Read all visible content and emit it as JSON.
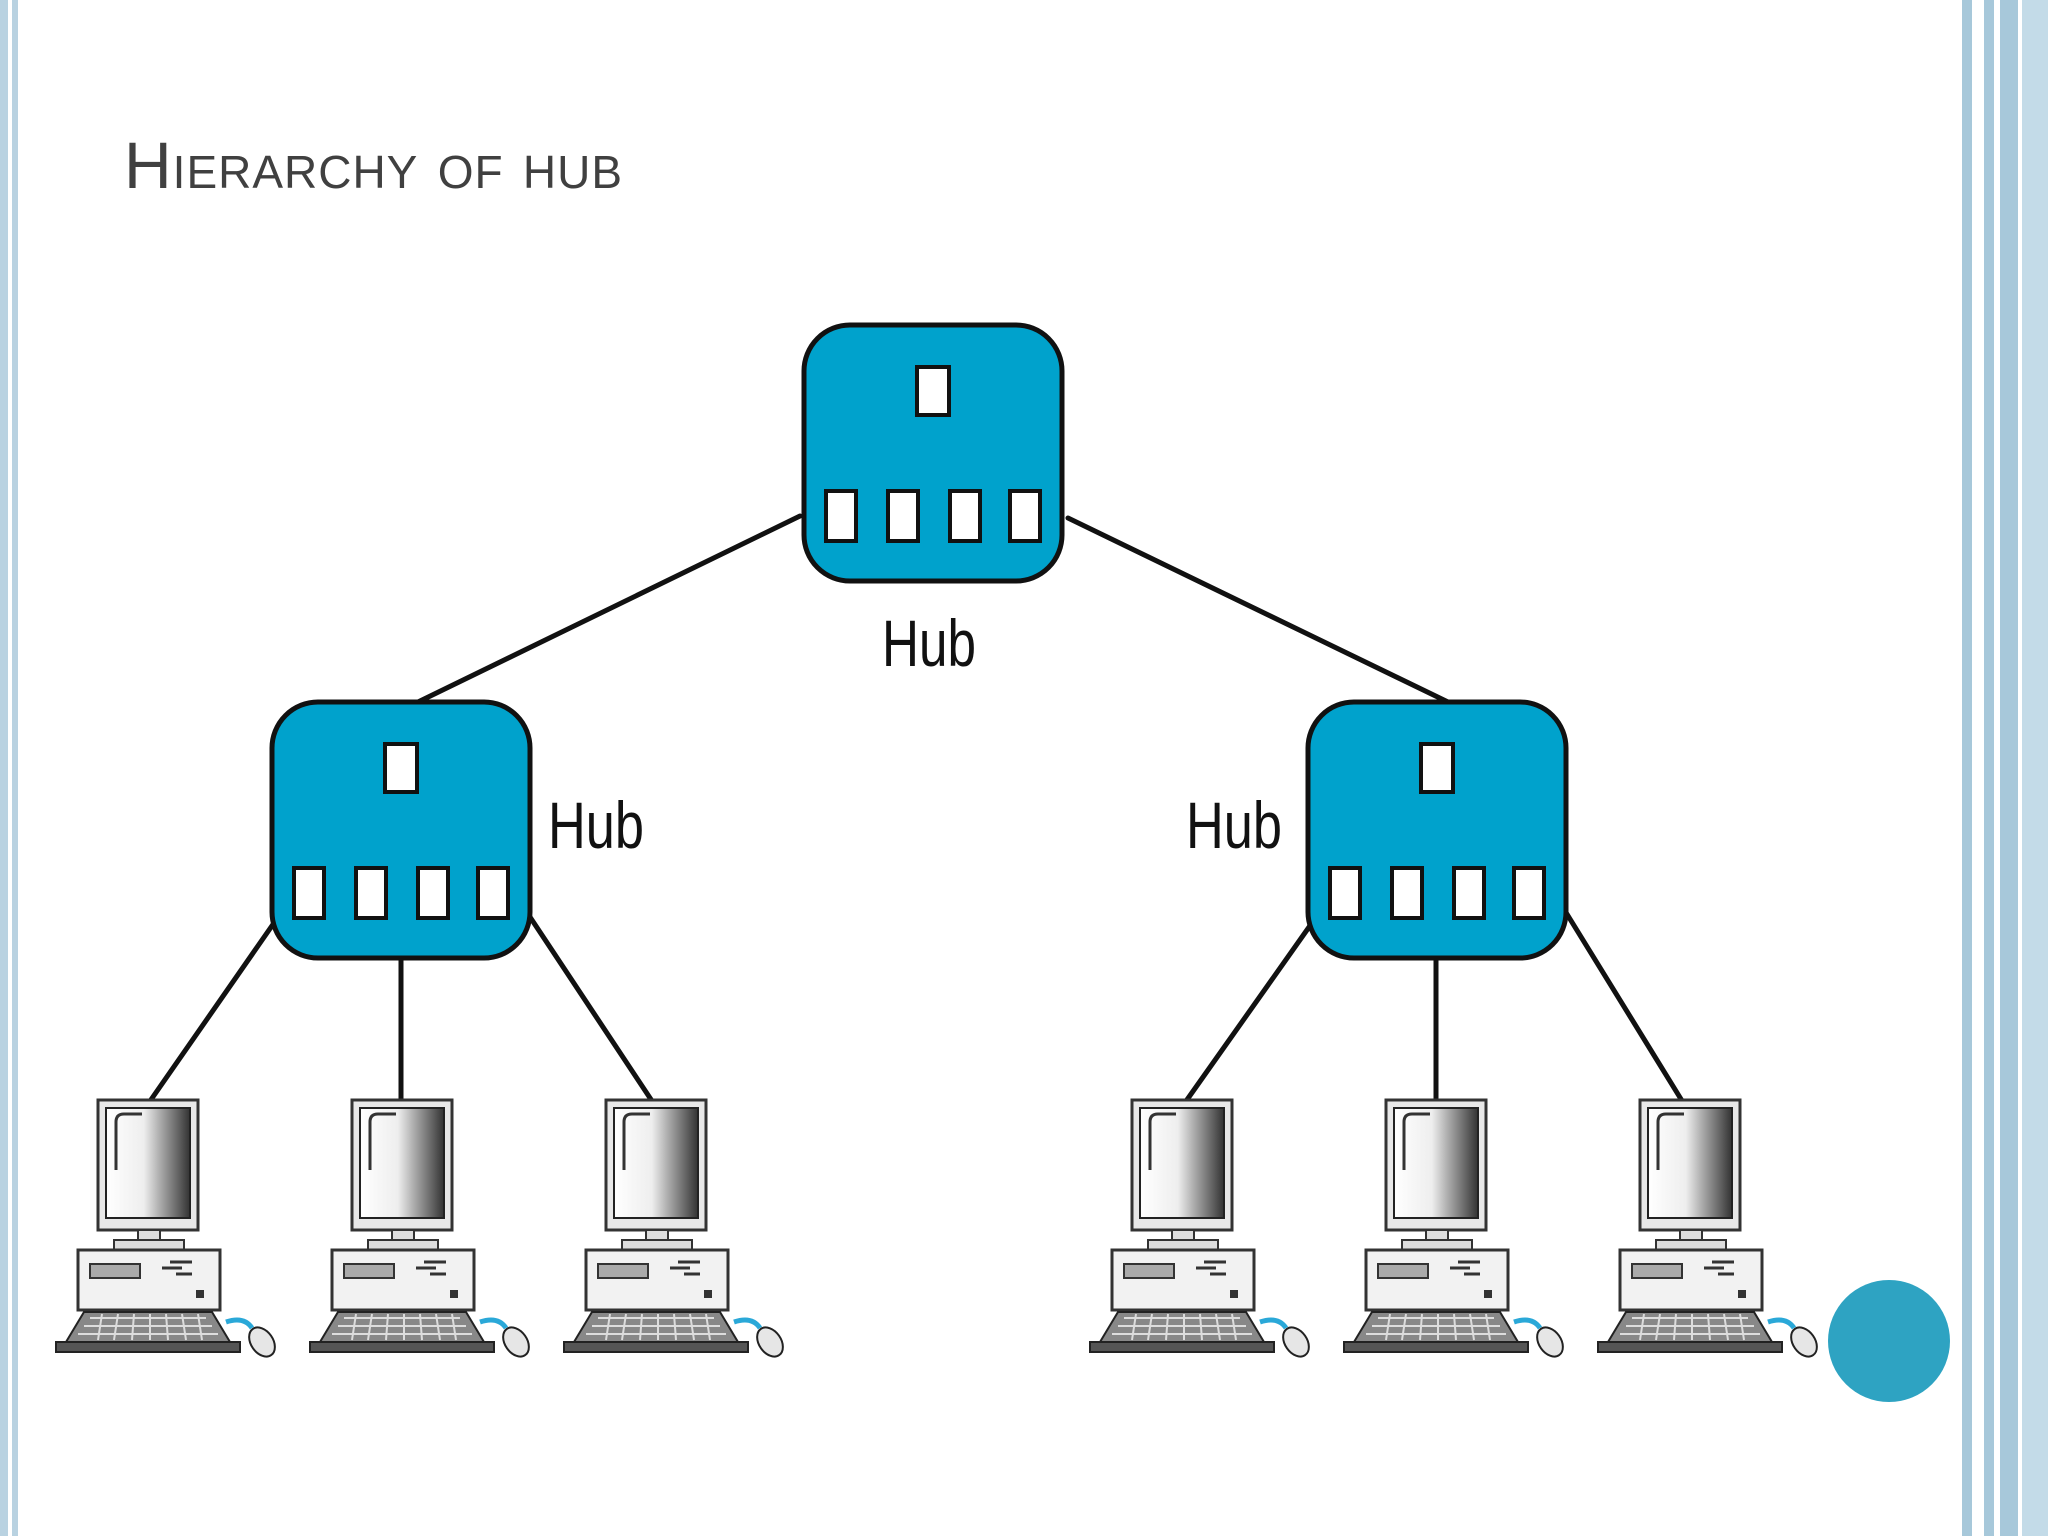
{
  "slide": {
    "title": "Hierarchy of hub"
  },
  "diagram": {
    "hubs": [
      {
        "id": "root-hub",
        "label": "Hub"
      },
      {
        "id": "left-hub",
        "label": "Hub"
      },
      {
        "id": "right-hub",
        "label": "Hub"
      }
    ],
    "computer_count": 6
  },
  "theme": {
    "hub_fill": "#00a2cc",
    "frame_color": "#a7c8da",
    "accent_dot": "#2ea3c2"
  }
}
